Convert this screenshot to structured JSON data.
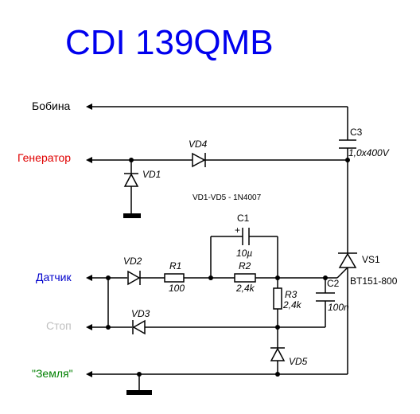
{
  "title": "CDI 139QMB",
  "ports": {
    "bobina": "Бобина",
    "generator": "Генератор",
    "datchik": "Датчик",
    "stop": "Стоп",
    "zemlya": "\"Земля\""
  },
  "port_colors": {
    "bobina": "#000000",
    "generator": "#e00000",
    "datchik": "#0000cc",
    "stop": "#c0c0c0",
    "zemlya": "#008000"
  },
  "components": {
    "c3_ref": "C3",
    "c3_val": "1,0x400V",
    "vd4_ref": "VD4",
    "vd1_ref": "VD1",
    "note": "VD1-VD5 - 1N4007",
    "c1_ref": "C1",
    "c1_plus": "+",
    "c1_val": "10µ",
    "vd2_ref": "VD2",
    "r1_ref": "R1",
    "r1_val": "100",
    "r2_ref": "R2",
    "r2_val": "2,4k",
    "vs1_ref": "VS1",
    "vs1_val": "BT151-800",
    "c2_ref": "C2",
    "c2_val": "100n",
    "r3_ref": "R3",
    "r3_val": "2,4k",
    "vd3_ref": "VD3",
    "vd5_ref": "VD5"
  }
}
